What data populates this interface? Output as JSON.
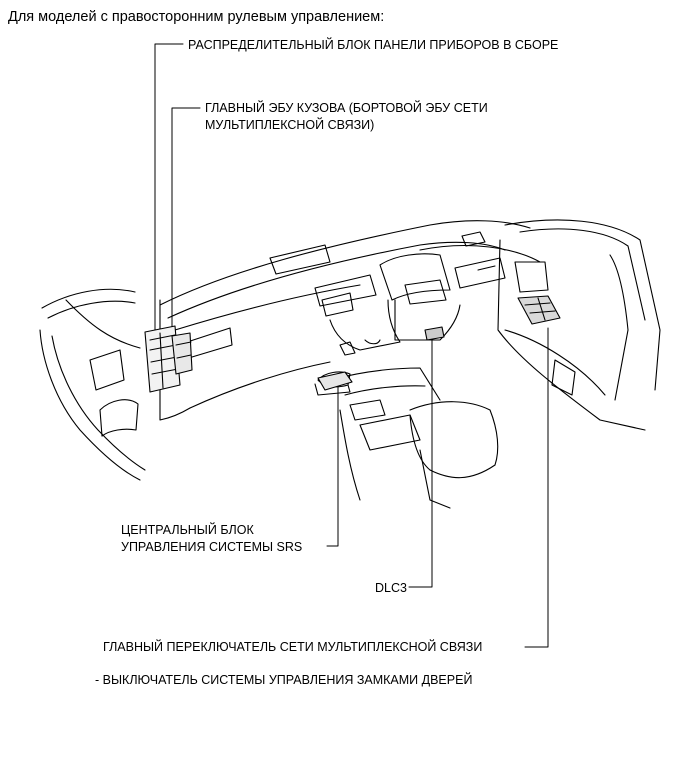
{
  "heading": "Для моделей с правосторонним рулевым управлением:",
  "callouts": {
    "junction_block": "РАСПРЕДЕЛИТЕЛЬНЫЙ БЛОК ПАНЕЛИ ПРИБОРОВ В СБОРЕ",
    "body_ecu_line1": "ГЛАВНЫЙ ЭБУ КУЗОВА (БОРТОВОЙ ЭБУ СЕТИ",
    "body_ecu_line2": "МУЛЬТИПЛЕКСНОЙ СВЯЗИ)",
    "srs_line1": "ЦЕНТРАЛЬНЫЙ БЛОК",
    "srs_line2": "УПРАВЛЕНИЯ СИСТЕМЫ SRS",
    "dlc3": "DLC3",
    "master_switch": "ГЛАВНЫЙ ПЕРЕКЛЮЧАТЕЛЬ СЕТИ МУЛЬТИПЛЕКСНОЙ СВЯЗИ",
    "door_lock_switch": "- ВЫКЛЮЧАТЕЛЬ СИСТЕМЫ УПРАВЛЕНИЯ ЗАМКАМИ ДВЕРЕЙ"
  }
}
